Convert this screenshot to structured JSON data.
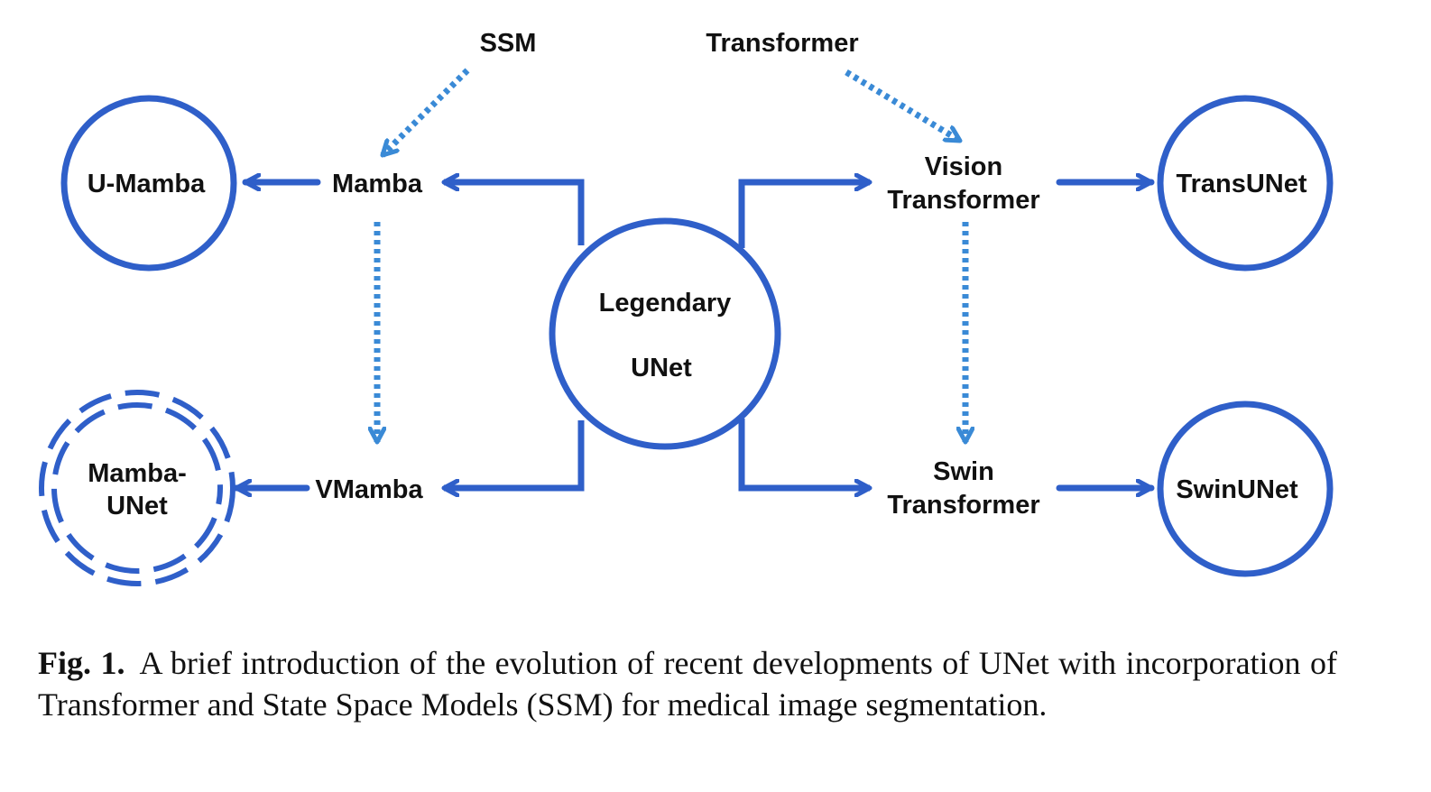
{
  "figure": {
    "colors": {
      "solid": "#2f5fc9",
      "dotted": "#3a8ad6",
      "text": "#111111"
    },
    "nodes": {
      "ssm": "SSM",
      "transformer": "Transformer",
      "u_mamba": "U-Mamba",
      "mamba": "Mamba",
      "vision_transformer": [
        "Vision",
        "Transformer"
      ],
      "transunet": "TransUNet",
      "legendary_unet": [
        "Legendary",
        "UNet"
      ],
      "mamba_unet": [
        "Mamba-",
        "UNet"
      ],
      "vmamba": "VMamba",
      "swin_transformer": [
        "Swin",
        "Transformer"
      ],
      "swinunet": "SwinUNet"
    }
  },
  "caption": {
    "label": "Fig. 1.",
    "text": "A brief introduction of the evolution of recent developments of UNet with incorporation of Transformer and State Space Models (SSM) for medical image segmentation."
  }
}
